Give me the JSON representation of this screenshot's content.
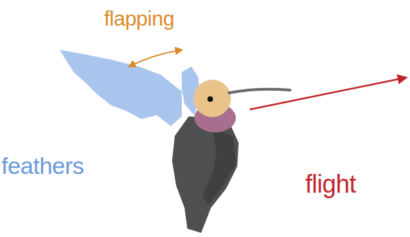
{
  "diagram": {
    "labels": [
      "flapping",
      "feathers",
      "flight"
    ]
  }
}
